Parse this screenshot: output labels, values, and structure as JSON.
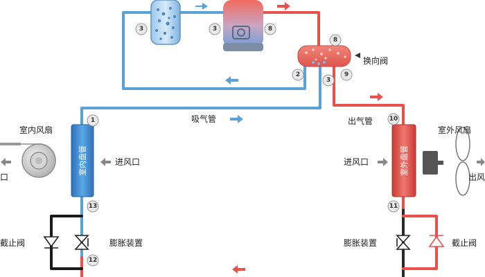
{
  "labels": {
    "reversing_valve": "换向阀",
    "suction_pipe": "吸气管",
    "discharge_pipe": "出气管",
    "indoor_fan": "室内风扇",
    "outdoor_fan": "室外风扇",
    "indoor_inlet": "进风口",
    "outdoor_inlet": "进风口",
    "indoor_outlet": "口",
    "outdoor_outlet": "出风",
    "indoor_coil": "室内盘管",
    "outdoor_coil": "室外盘管",
    "shutoff_left": "截止阀",
    "shutoff_right": "截止阀",
    "expansion_left": "膨胀装置",
    "expansion_right": "膨胀装置"
  },
  "badges": {
    "b_accumulator": "3",
    "b_compressor_in": "3",
    "b_compressor_out": "8",
    "b_valve_top": "8",
    "b_valve_2": "2",
    "b_valve_3": "3",
    "b_valve_9": "9",
    "b_1": "1",
    "b_10": "10",
    "b_11": "11",
    "b_12": "12",
    "b_13": "13"
  },
  "colors": {
    "hot": "#e8524a",
    "cold": "#5aa2d6",
    "badge_fill": "#e9e9e9",
    "arrow_gray": "#888888"
  }
}
